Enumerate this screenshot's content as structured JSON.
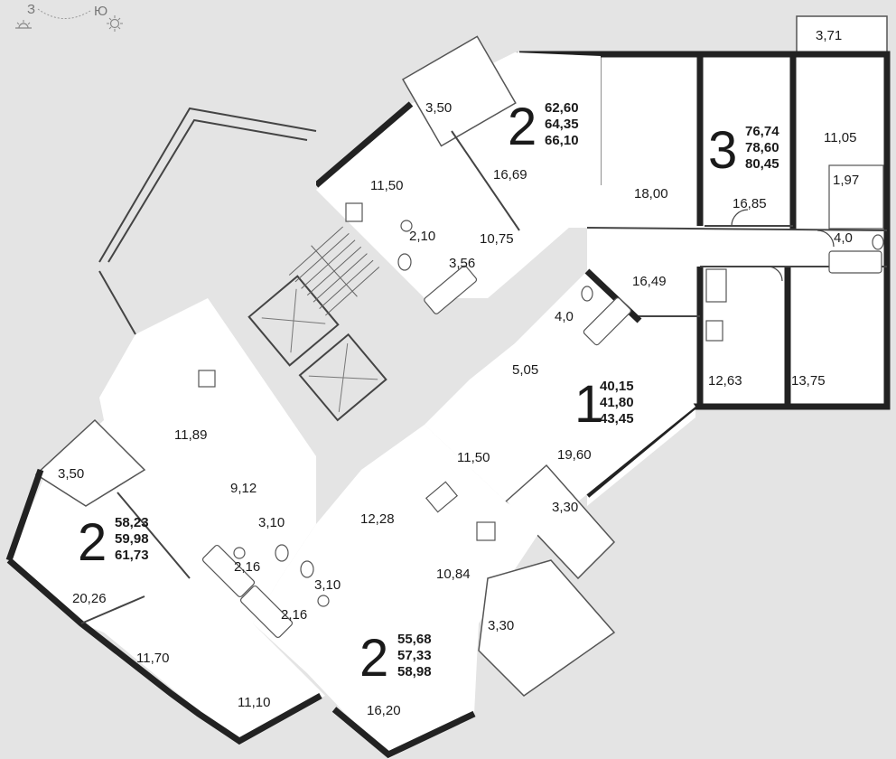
{
  "compass": {
    "west": "З",
    "south": "Ю",
    "sunset_icon": "sunset-icon",
    "sun_icon": "sun-icon"
  },
  "apartments": [
    {
      "id": "apt-2-top",
      "rooms": "2",
      "areas": [
        "62,60",
        "64,35",
        "66,10"
      ]
    },
    {
      "id": "apt-3",
      "rooms": "3",
      "areas": [
        "76,74",
        "78,60",
        "80,45"
      ]
    },
    {
      "id": "apt-1",
      "rooms": "1",
      "areas": [
        "40,15",
        "41,80",
        "43,45"
      ]
    },
    {
      "id": "apt-2-left",
      "rooms": "2",
      "areas": [
        "58,23",
        "59,98",
        "61,73"
      ]
    },
    {
      "id": "apt-2-bottom",
      "rooms": "2",
      "areas": [
        "55,68",
        "57,33",
        "58,98"
      ]
    }
  ],
  "room_areas": [
    "3,71",
    "3,50",
    "11,50",
    "16,69",
    "18,00",
    "11,05",
    "16,85",
    "1,97",
    "2,10",
    "10,75",
    "3,56",
    "4,0",
    "16,49",
    "4,0",
    "5,05",
    "12,63",
    "13,75",
    "11,89",
    "19,60",
    "11,50",
    "3,50",
    "9,12",
    "3,30",
    "12,28",
    "3,10",
    "2,16",
    "3,10",
    "10,84",
    "2,16",
    "20,26",
    "3,30",
    "11,70",
    "11,10",
    "16,20"
  ]
}
